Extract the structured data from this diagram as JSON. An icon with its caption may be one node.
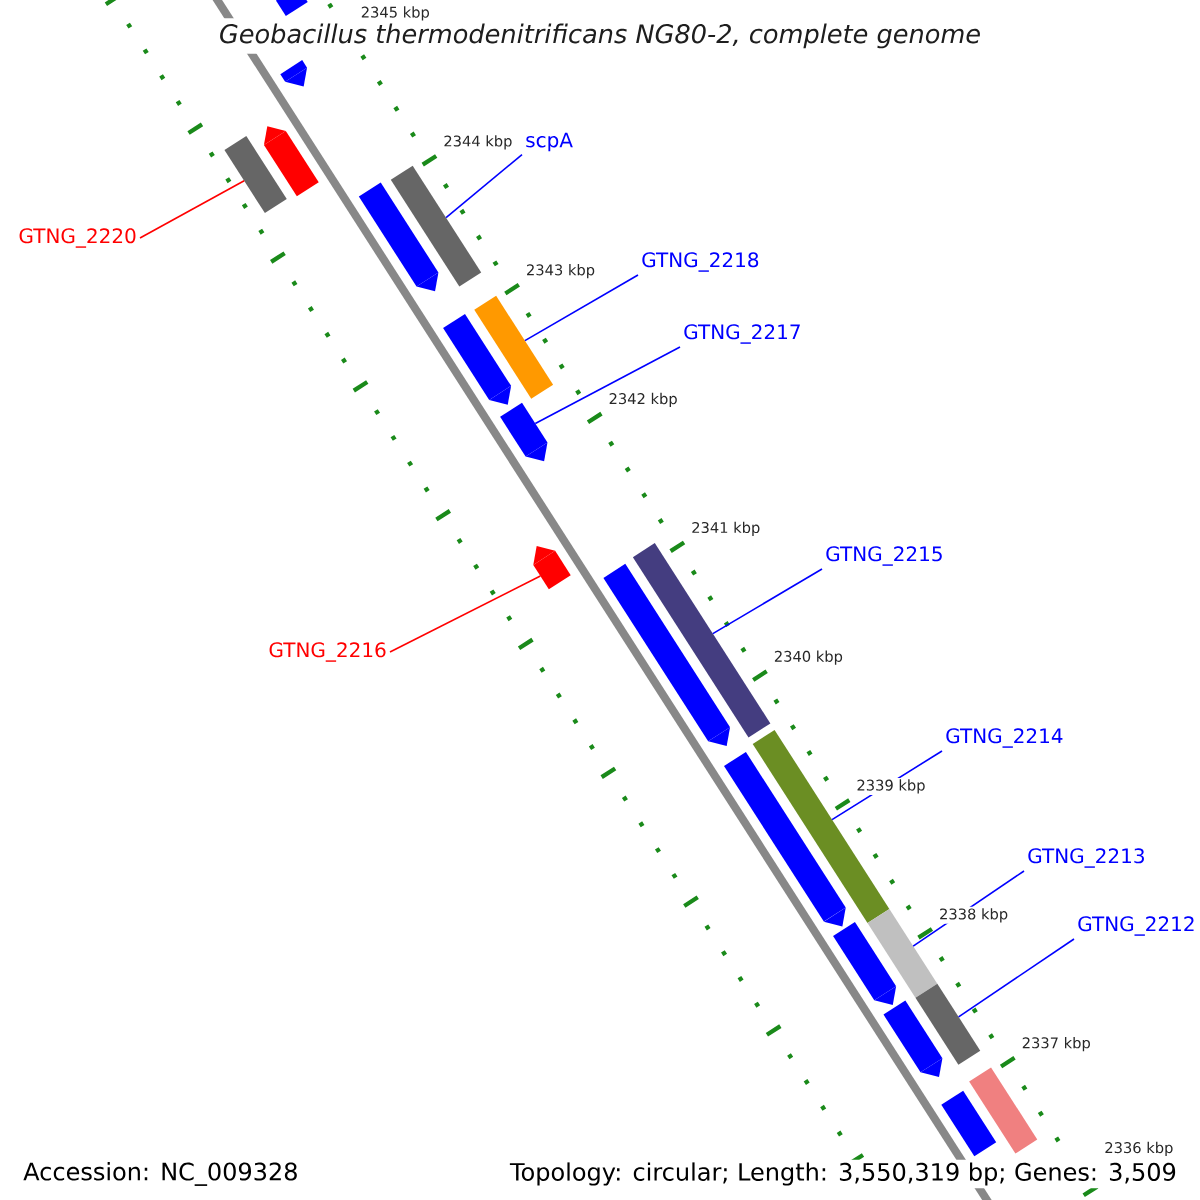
{
  "diagram": {
    "title": "Geobacillus thermodenitrificans NG80-2, complete genome",
    "nodes": [
      {
        "text": [
          "scpA"
        ]
      },
      {
        "text": [],
        "shape": "bar"
      },
      {
        "text": [
          "GTNG_2220"
        ]
      },
      {
        "text": [],
        "shape": "bar"
      },
      {
        "text": [
          "GTNG_2218"
        ]
      },
      {
        "text": [],
        "shape": "bar"
      },
      {
        "text": [
          "GTNG_2217"
        ]
      },
      {
        "text": [],
        "shape": "bar"
      },
      {
        "text": [
          "GTNG_2215"
        ]
      },
      {
        "text": [],
        "shape": "bar"
      },
      {
        "text": [
          "GTNG_2216"
        ]
      },
      {
        "text": [],
        "shape": "bar"
      },
      {
        "text": [
          "GTNG_2214"
        ]
      },
      {
        "text": [],
        "shape": "bar"
      },
      {
        "text": [
          "GTNG_2213"
        ]
      },
      {
        "text": [],
        "shape": "bar"
      },
      {
        "text": [
          "GTNG_2212"
        ]
      },
      {
        "text": [],
        "shape": "bar"
      },
      {
        "text": [],
        "shape": "bar"
      },
      {
        "text": [],
        "shape": "bar"
      },
      {
        "text": [],
        "shape": "bar"
      },
      {
        "text": [],
        "shape": "bar"
      },
      {
        "text": [],
        "shape": "bar"
      },
      {
        "text": [],
        "shape": "bar"
      },
      {
        "text": [],
        "shape": "bar"
      },
      {
        "text": [],
        "shape": "bar"
      },
      {
        "text": [],
        "shape": "bar"
      },
      {
        "text": [],
        "shape": "bar"
      },
      {
        "text": [],
        "shape": "bar"
      }
    ],
    "edges": [
      {
        "from": 0,
        "to": 1,
        "arrow": "none"
      },
      {
        "from": 2,
        "to": 3,
        "arrow": "none",
        "color": "#ff0000"
      },
      {
        "from": 4,
        "to": 5,
        "arrow": "none"
      },
      {
        "from": 6,
        "to": 7,
        "arrow": "none"
      },
      {
        "from": 8,
        "to": 9,
        "arrow": "none"
      },
      {
        "from": 10,
        "to": 11,
        "arrow": "none",
        "color": "#ff0000"
      },
      {
        "from": 12,
        "to": 13,
        "arrow": "none"
      },
      {
        "from": 14,
        "to": 15,
        "arrow": "none"
      },
      {
        "from": 16,
        "to": 17,
        "arrow": "none"
      }
    ],
    "labels": [
      "2345 kbp",
      "2344 kbp",
      "2343 kbp",
      "2342 kbp",
      "2341 kbp",
      "2340 kbp",
      "2339 kbp",
      "2338 kbp",
      "2337 kbp",
      "2336 kbp",
      "Accession: NC_009328",
      "Topology: circular; Length: 3,550,319 bp; Genes: 3,509"
    ]
  }
}
